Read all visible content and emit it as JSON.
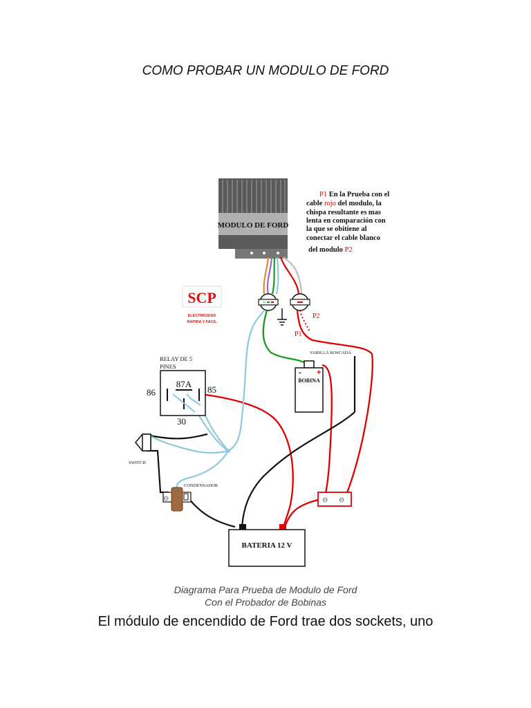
{
  "document": {
    "title": "COMO PROBAR UN MODULO DE FORD",
    "caption_line1": "Diagrama Para Prueba de Modulo de Ford",
    "caption_line2": "Con el Probador de Bobinas",
    "body_text": "El módulo de encendido de Ford trae dos sockets, uno"
  },
  "diagram": {
    "module_label": "MODULO DE FORD",
    "note": {
      "line1_p": "P1",
      "line1_rest": " En la Prueba con el",
      "line2_a": "cable ",
      "line2_rojo": "rojo",
      "line2_b": " del modulo, la",
      "line3": "chispa resultante es mas",
      "line4": "lenta en comparación con",
      "line5": "la que se obitiene al",
      "line6": "conectar el cable blanco",
      "line7_a": "del modulo ",
      "line7_p": "P2"
    },
    "logo_text": "SCP",
    "logo_sub1": "ELECTRICIDAD",
    "logo_sub2": "RAPIDA Y FACIL",
    "relay_title1": "RELAY DE 5",
    "relay_title2": "PINES",
    "pin_87a": "87A",
    "pin_86": "86",
    "pin_85": "85",
    "pin_30": "30",
    "switch_label": "SWITCH",
    "condensador_label": "CONDENSADOR",
    "varilla_label": "VARILLA ROSCADA",
    "bobina_label": "BOBINA",
    "battery_label": "BATERIA 12 V",
    "p1_label": "P1",
    "p2_label": "P2",
    "minus_symbol": "⊖",
    "plus_sign": "+",
    "minus_sign": "-",
    "colors": {
      "red_wire": "#e00000",
      "black_wire": "#111111",
      "blue_wire": "#8cc8e0",
      "green_wire": "#1a9a1a",
      "purple_wire": "#9966cc",
      "orange_wire": "#e08a30",
      "gray_wire": "#bbbbbb",
      "module_body": "#666666",
      "logo_red": "#dd1111"
    }
  }
}
